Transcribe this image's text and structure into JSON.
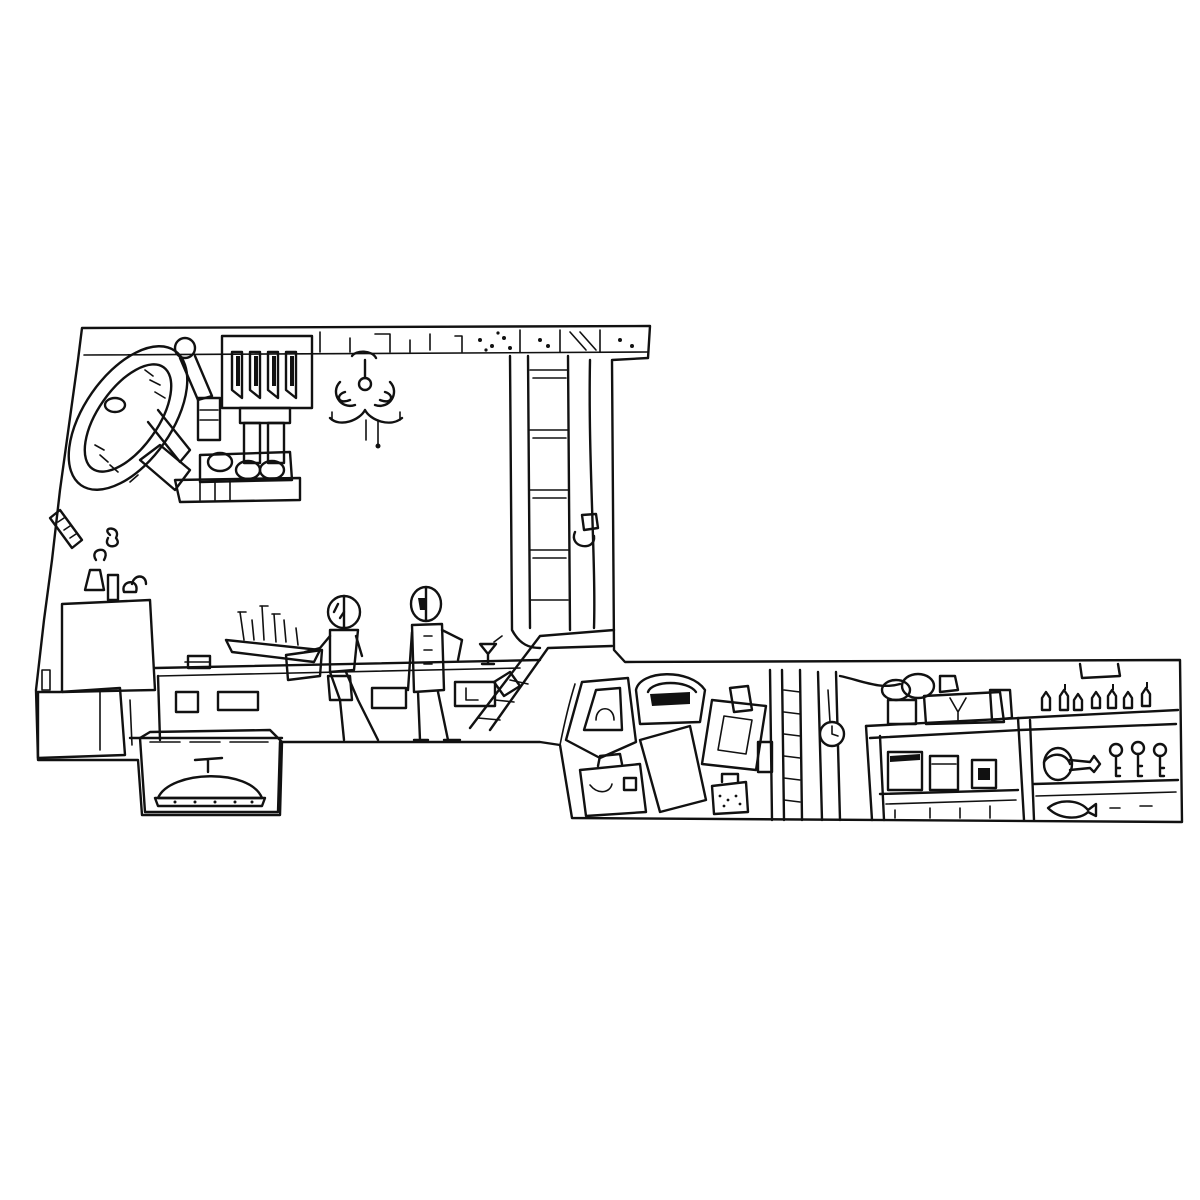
{
  "scene": {
    "style": "hand-drawn line art",
    "colors": {
      "ink": "#111111",
      "paper": "#ffffff"
    },
    "rooms": [
      "robot-workshop",
      "dining-hall",
      "elevator-shaft",
      "luggage-room",
      "storage-pantry"
    ],
    "characters": [
      "robot-waiter",
      "robot-butler"
    ],
    "objects": [
      "wall-clock",
      "chandelier",
      "cloche",
      "suitcases",
      "shelves",
      "bottles",
      "ham",
      "keys",
      "martini-glass"
    ]
  }
}
